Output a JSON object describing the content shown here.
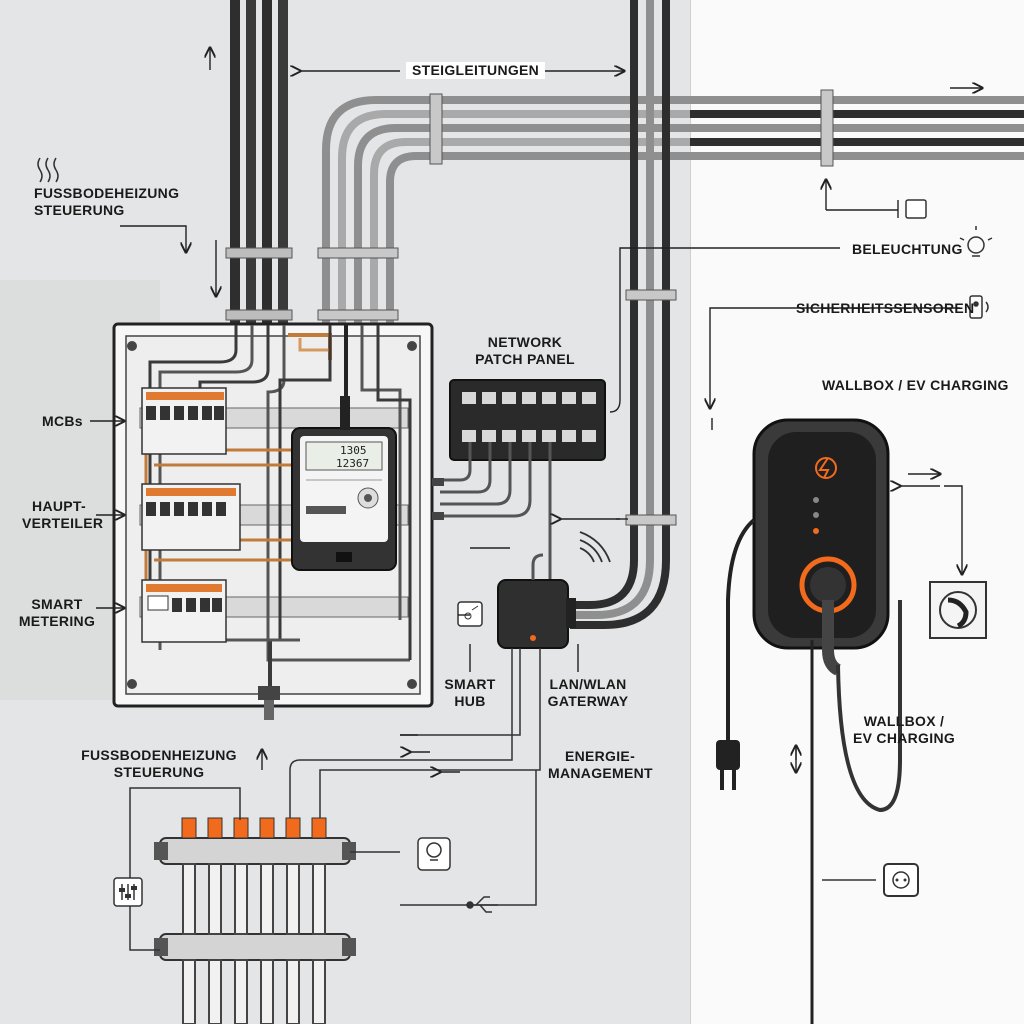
{
  "labels": {
    "steigleitungen": "STEIGLEITUNGEN",
    "fussbodenheizung_top_line1": "FUSSBODEHEIZUNG",
    "fussbodenheizung_top_line2": "STEUERUNG",
    "mcbs": "MCBs",
    "hauptverteiler_line1": "HAUPT-",
    "hauptverteiler_line2": "VERTEILER",
    "smart_metering_line1": "SMART",
    "smart_metering_line2": "METERING",
    "network_patch_panel_line1": "NETWORK",
    "network_patch_panel_line2": "PATCH PANEL",
    "beleuchtung": "BELEUCHTUNG",
    "sicherheitssensoren": "SICHERHEITSSENSOREN",
    "wallbox_top": "WALLBOX / EV CHARGING",
    "wallbox_bottom_line1": "WALLBOX /",
    "wallbox_bottom_line2": "EV CHARGING",
    "smart_hub_line1": "SMART",
    "smart_hub_line2": "HUB",
    "lan_wlan_line1": "LAN/WLAN",
    "lan_wlan_line2": "GATERWAY",
    "energie_line1": "ENERGIE-",
    "energie_line2": "MANAGEMENT",
    "fussbodenheizung_bottom_line1": "FUSSBODENHEIZUNG",
    "fussbodenheizung_bottom_line2": "STEUERUNG"
  },
  "meter": {
    "reading_1": "1305",
    "reading_2": "12367"
  },
  "colors": {
    "background": "#e4e5e6",
    "wall": "#fafafa",
    "cable_dark": "#2e2e2e",
    "cable_grey": "#8c8c8c",
    "accent_orange": "#f26b1d",
    "copper": "#c07a3a"
  },
  "icons": [
    "heat-waves-icon",
    "light-bulb-icon",
    "security-sensor-icon",
    "wifi-signal-icon",
    "power-plug-icon",
    "wall-socket-icon",
    "smart-bulb-icon",
    "usb-icon",
    "sliders-icon",
    "switch-icon",
    "ev-charging-logo-icon"
  ]
}
